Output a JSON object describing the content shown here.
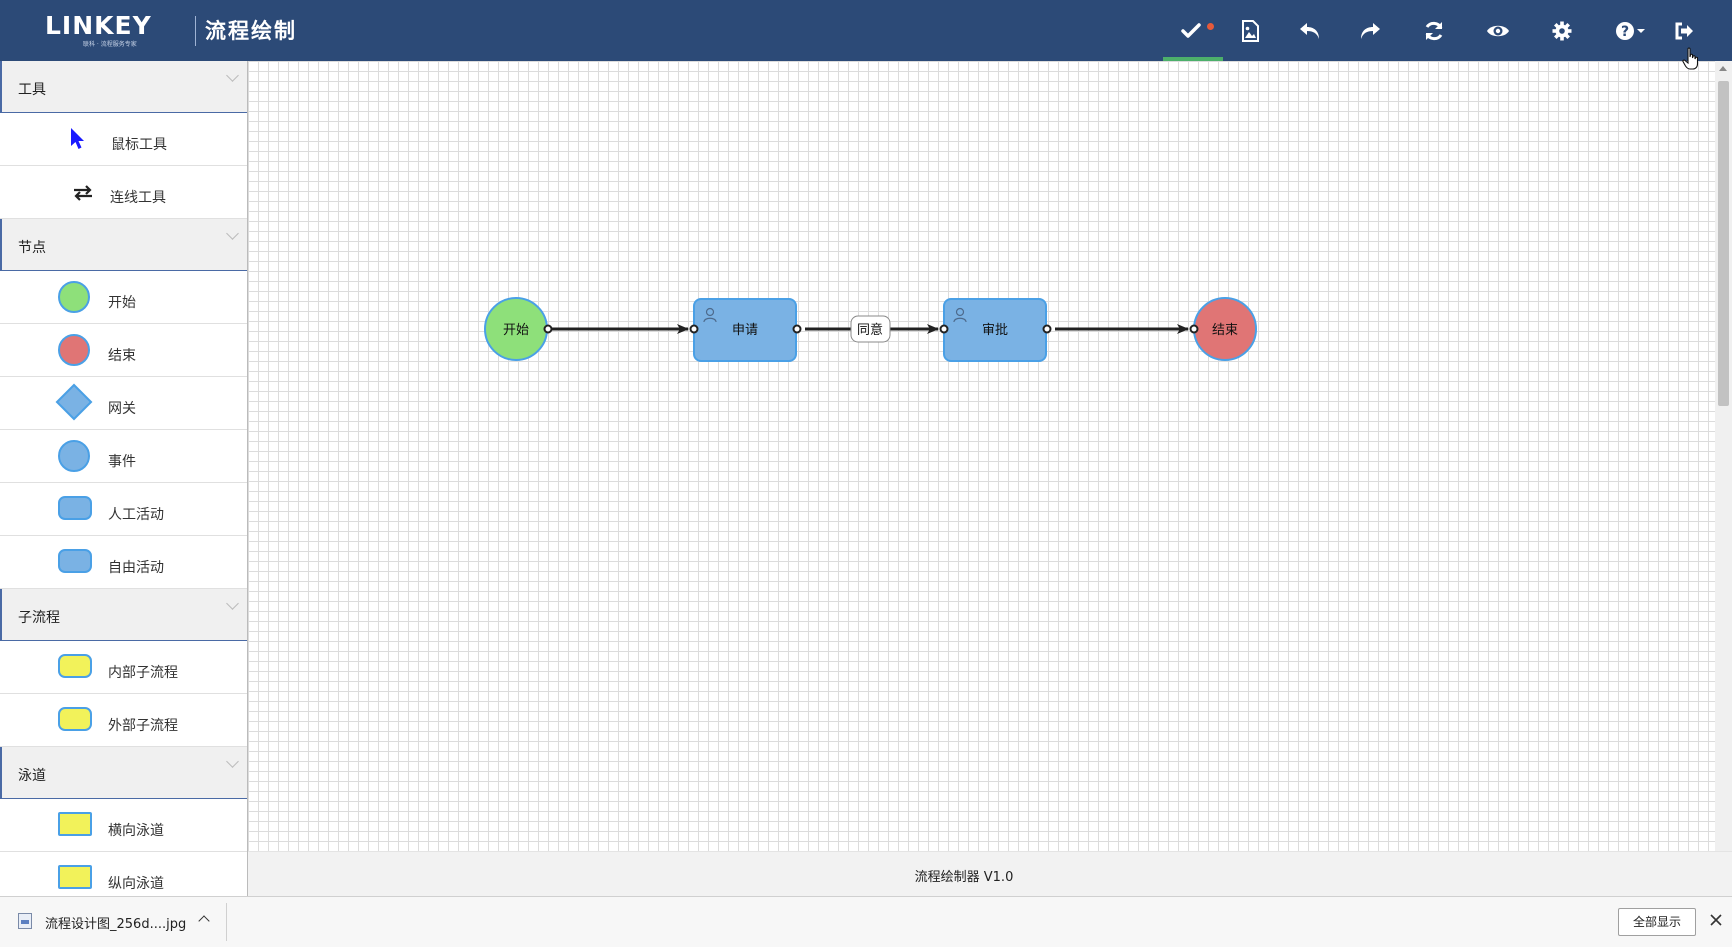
{
  "header": {
    "logo_text": "LINKEY",
    "logo_subtitle": "联科 · 流程服务专家",
    "app_title": "流程绘制",
    "toolbar": [
      {
        "name": "save-check",
        "icon": "check-icon",
        "active": true,
        "has_badge": true
      },
      {
        "name": "export-image",
        "icon": "image-export-icon"
      },
      {
        "name": "undo",
        "icon": "undo-icon"
      },
      {
        "name": "redo",
        "icon": "redo-icon"
      },
      {
        "name": "refresh",
        "icon": "refresh-icon"
      },
      {
        "name": "preview",
        "icon": "eye-icon"
      },
      {
        "name": "settings",
        "icon": "gear-icon"
      },
      {
        "name": "help",
        "icon": "question-icon"
      },
      {
        "name": "exit",
        "icon": "sign-out-icon"
      }
    ]
  },
  "sidebar": {
    "sections": [
      {
        "title": "工具",
        "items": [
          {
            "label": "鼠标工具",
            "icon": "mouse-pointer-icon"
          },
          {
            "label": "连线工具",
            "icon": "exchange-arrows-icon"
          }
        ]
      },
      {
        "title": "节点",
        "items": [
          {
            "label": "开始",
            "shape": "circle-green"
          },
          {
            "label": "结束",
            "shape": "circle-red"
          },
          {
            "label": "网关",
            "shape": "diamond"
          },
          {
            "label": "事件",
            "shape": "circle-blue"
          },
          {
            "label": "人工活动",
            "shape": "rect-blue"
          },
          {
            "label": "自由活动",
            "shape": "rect-blue"
          }
        ]
      },
      {
        "title": "子流程",
        "items": [
          {
            "label": "内部子流程",
            "shape": "rect-yellow"
          },
          {
            "label": "外部子流程",
            "shape": "rect-yellow"
          }
        ]
      },
      {
        "title": "泳道",
        "items": [
          {
            "label": "横向泳道",
            "shape": "lane-yellow"
          },
          {
            "label": "纵向泳道",
            "shape": "lane-yellow"
          }
        ]
      }
    ]
  },
  "flow": {
    "nodes": {
      "start": {
        "label": "开始",
        "fill": "#8ee07a"
      },
      "apply": {
        "label": "申请",
        "fill": "#7ab2e4"
      },
      "approve": {
        "label": "审批",
        "fill": "#7ab2e4"
      },
      "end": {
        "label": "结束",
        "fill": "#e07575"
      }
    },
    "edge_label": "同意"
  },
  "footer": {
    "text": "流程绘制器 V1.0"
  },
  "download_bar": {
    "file_name": "流程设计图_256d....jpg",
    "show_all": "全部显示"
  },
  "colors": {
    "header_bg": "#2c4a77",
    "accent": "#4a6aa5",
    "node_border": "#4aa0e6",
    "active_indicator": "#4caf6a"
  }
}
